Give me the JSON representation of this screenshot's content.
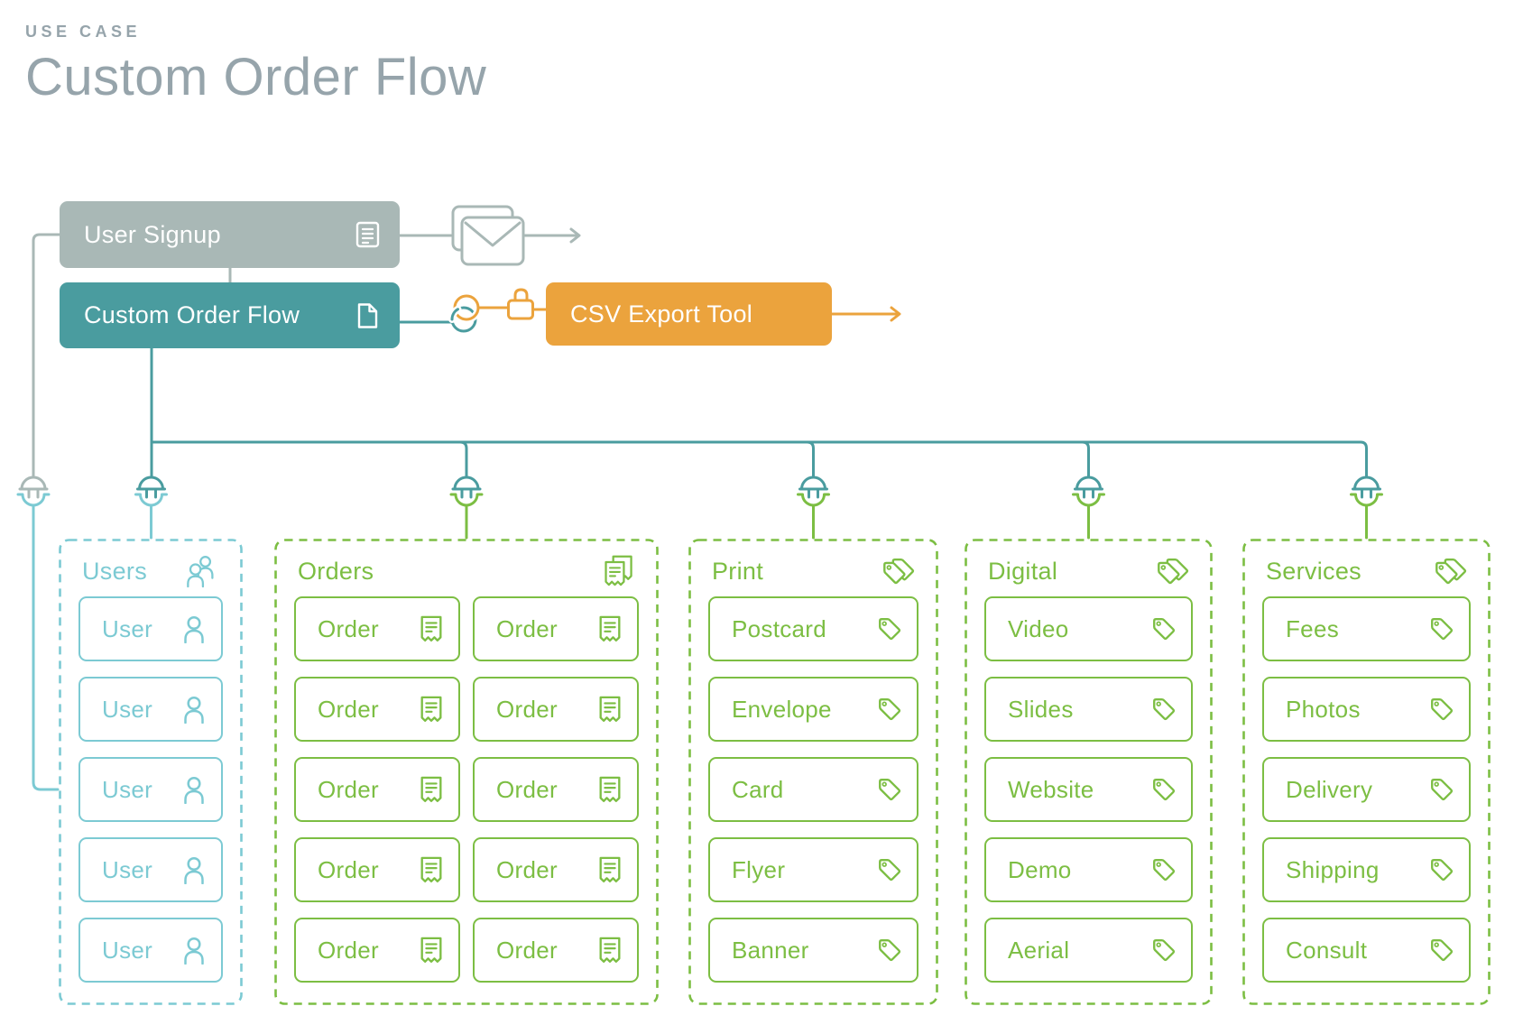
{
  "header": {
    "eyebrow": "USE CASE",
    "title": "Custom Order Flow"
  },
  "nodes": {
    "user_signup": {
      "label": "User Signup",
      "icon": "list-document-icon"
    },
    "custom_order_flow": {
      "label": "Custom Order Flow",
      "icon": "file-icon"
    },
    "csv_export_tool": {
      "label": "CSV Export Tool"
    }
  },
  "icons": {
    "signup_output": "envelope-icon",
    "flow_link": "chain-link-icon",
    "flow_lock": "lock-icon",
    "branch_connector": "plug-icon"
  },
  "colors": {
    "sage": "#a9b8b6",
    "teal": "#4a9c9f",
    "orange": "#eba33d",
    "light_blue": "#7ccad3",
    "green": "#7cbe43",
    "text_gray": "#96a4ab",
    "white": "#ffffff"
  },
  "groups": [
    {
      "id": "users",
      "label": "Users",
      "color": "light_blue",
      "icon": "users-icon",
      "item_icon": "user-icon",
      "items": [
        "User",
        "User",
        "User",
        "User",
        "User"
      ]
    },
    {
      "id": "orders",
      "label": "Orders",
      "color": "green",
      "icon": "receipts-icon",
      "item_icon": "receipt-icon",
      "items": [
        "Order",
        "Order",
        "Order",
        "Order",
        "Order",
        "Order",
        "Order",
        "Order",
        "Order",
        "Order"
      ]
    },
    {
      "id": "print",
      "label": "Print",
      "color": "green",
      "icon": "tags-icon",
      "item_icon": "tag-icon",
      "items": [
        "Postcard",
        "Envelope",
        "Card",
        "Flyer",
        "Banner"
      ]
    },
    {
      "id": "digital",
      "label": "Digital",
      "color": "green",
      "icon": "tags-icon",
      "item_icon": "tag-icon",
      "items": [
        "Video",
        "Slides",
        "Website",
        "Demo",
        "Aerial"
      ]
    },
    {
      "id": "services",
      "label": "Services",
      "color": "green",
      "icon": "tags-icon",
      "item_icon": "tag-icon",
      "items": [
        "Fees",
        "Photos",
        "Delivery",
        "Shipping",
        "Consult"
      ]
    }
  ]
}
